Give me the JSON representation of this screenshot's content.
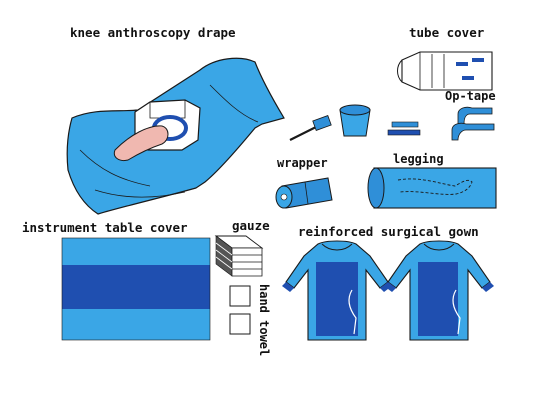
{
  "labels": {
    "knee_drape": "knee anthroscopy drape",
    "tube_cover": "tube cover",
    "op_tape": "Op-tape",
    "wrapper": "wrapper",
    "legging": "legging",
    "instrument_table_cover": "instrument table cover",
    "gauze": "gauze",
    "reinforced_gown": "reinforced surgical gown",
    "hand_towel": "hand towel"
  },
  "colors": {
    "light_blue": "#3aa6e6",
    "mid_blue": "#2f8fd8",
    "dark_blue": "#1f4fb0",
    "outline": "#1a1a1a"
  }
}
